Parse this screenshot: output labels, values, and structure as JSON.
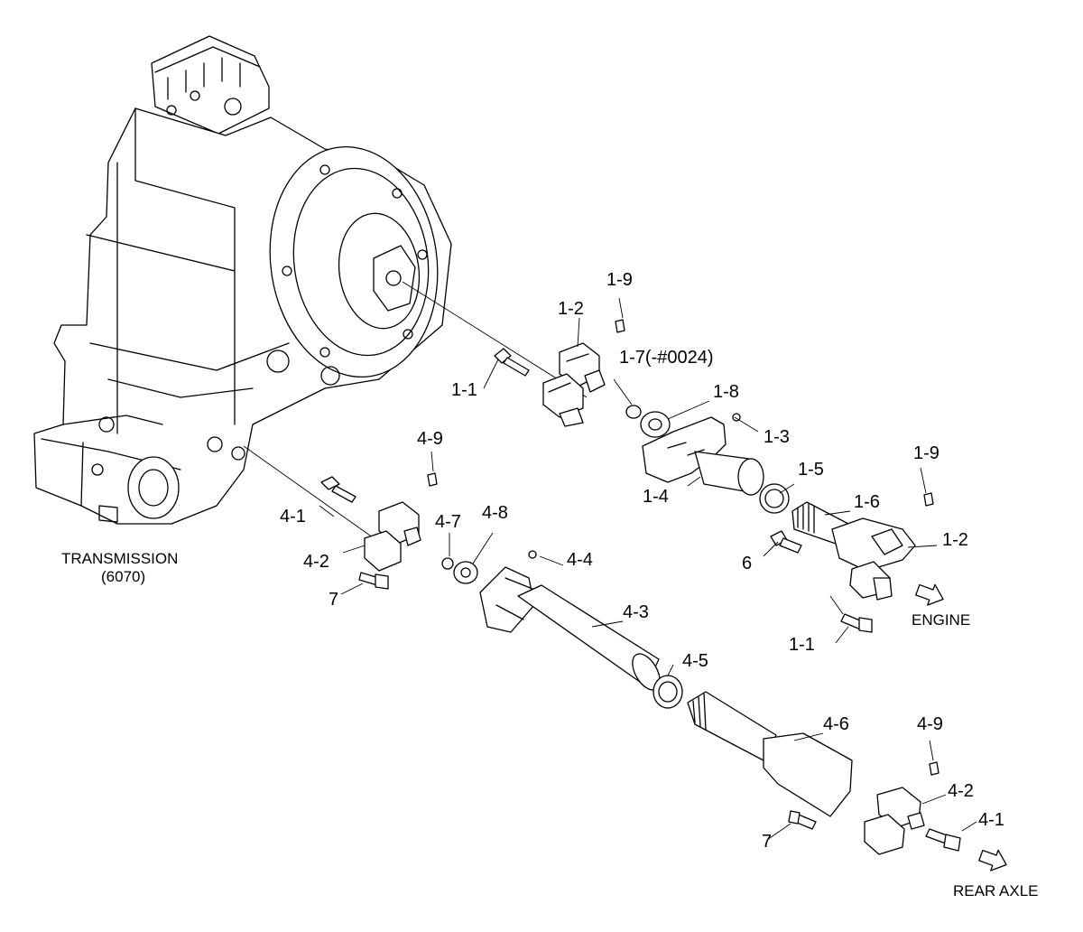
{
  "captions": {
    "transmission": "TRANSMISSION",
    "transmission_model": "(6070)",
    "engine": "ENGINE",
    "rear_axle": "REAR AXLE"
  },
  "labels": {
    "l_1_9_top": "1-9",
    "l_1_2_top": "1-2",
    "l_1_7": "1-7(-#0024)",
    "l_1_1_top": "1-1",
    "l_1_8": "1-8",
    "l_1_3": "1-3",
    "l_1_4": "1-4",
    "l_1_5": "1-5",
    "l_1_9_right": "1-9",
    "l_1_6": "1-6",
    "l_1_2_right": "1-2",
    "l_6": "6",
    "l_1_1_bottom": "1-1",
    "l_4_9_top": "4-9",
    "l_4_1_top": "4-1",
    "l_4_2_top": "4-2",
    "l_7_top": "7",
    "l_4_7": "4-7",
    "l_4_8": "4-8",
    "l_4_4": "4-4",
    "l_4_3": "4-3",
    "l_4_5": "4-5",
    "l_4_6": "4-6",
    "l_4_9_bottom": "4-9",
    "l_4_2_bottom": "4-2",
    "l_4_1_bottom": "4-1",
    "l_7_bottom": "7"
  },
  "colors": {
    "line": "#000000",
    "background": "#ffffff"
  },
  "icons": {
    "engine_direction": "arrow-right-icon",
    "rear_axle_direction": "arrow-right-icon"
  }
}
